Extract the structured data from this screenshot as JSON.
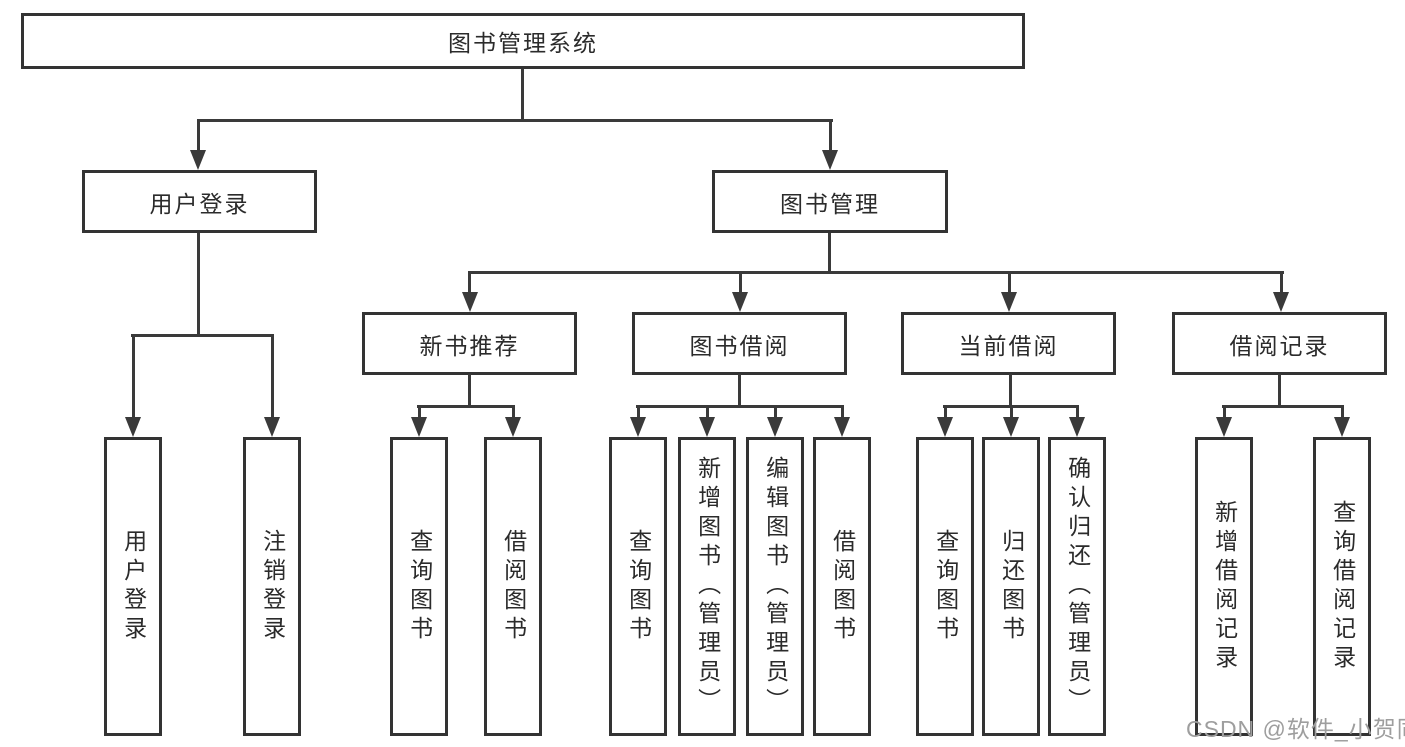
{
  "diagram": {
    "type": "tree",
    "root": "图书管理系统",
    "level2": [
      "用户登录",
      "图书管理"
    ],
    "level3": [
      "新书推荐",
      "图书借阅",
      "当前借阅",
      "借阅记录"
    ],
    "leaves": {
      "user_login": [
        "用户登录",
        "注销登录"
      ],
      "new_books": [
        "查询图书",
        "借阅图书"
      ],
      "book_borrowing": [
        "查询图书",
        "新增图书（管理员）",
        "编辑图书（管理员）",
        "借阅图书"
      ],
      "current_borrowing": [
        "查询图书",
        "归还图书",
        "确认归还（管理员）"
      ],
      "borrowing_records": [
        "新增借阅记录",
        "查询借阅记录"
      ]
    },
    "hierarchy": {
      "图书管理系统": {
        "用户登录": [
          "用户登录",
          "注销登录"
        ],
        "图书管理": {
          "新书推荐": [
            "查询图书",
            "借阅图书"
          ],
          "图书借阅": [
            "查询图书",
            "新增图书（管理员）",
            "编辑图书（管理员）",
            "借阅图书"
          ],
          "当前借阅": [
            "查询图书",
            "归还图书",
            "确认归还（管理员）"
          ],
          "借阅记录": [
            "新增借阅记录",
            "查询借阅记录"
          ]
        }
      }
    }
  },
  "watermark": "CSDN @软件_小贺同学",
  "colors": {
    "line": "#3a3a3a",
    "box_border": "#333333",
    "box_fill": "#ffffff",
    "text": "#2b2b2b",
    "watermark": "#9e9e9e",
    "background": "#ffffff"
  }
}
